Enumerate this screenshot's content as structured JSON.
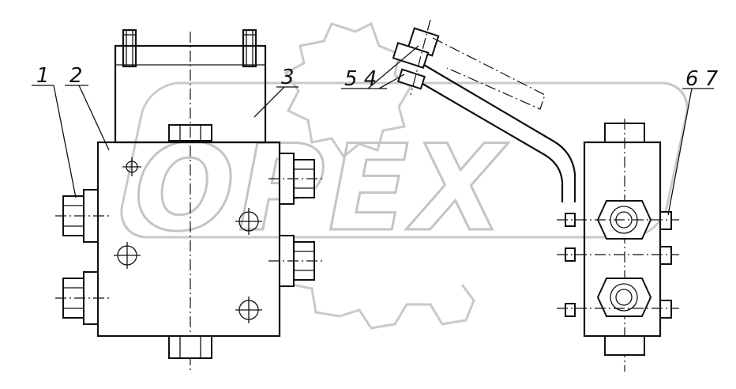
{
  "callouts": {
    "c1": "1",
    "c2": "2",
    "c3": "3",
    "c54": "5 4",
    "c67": "6 7"
  },
  "watermark": {
    "text": "OPEX"
  }
}
